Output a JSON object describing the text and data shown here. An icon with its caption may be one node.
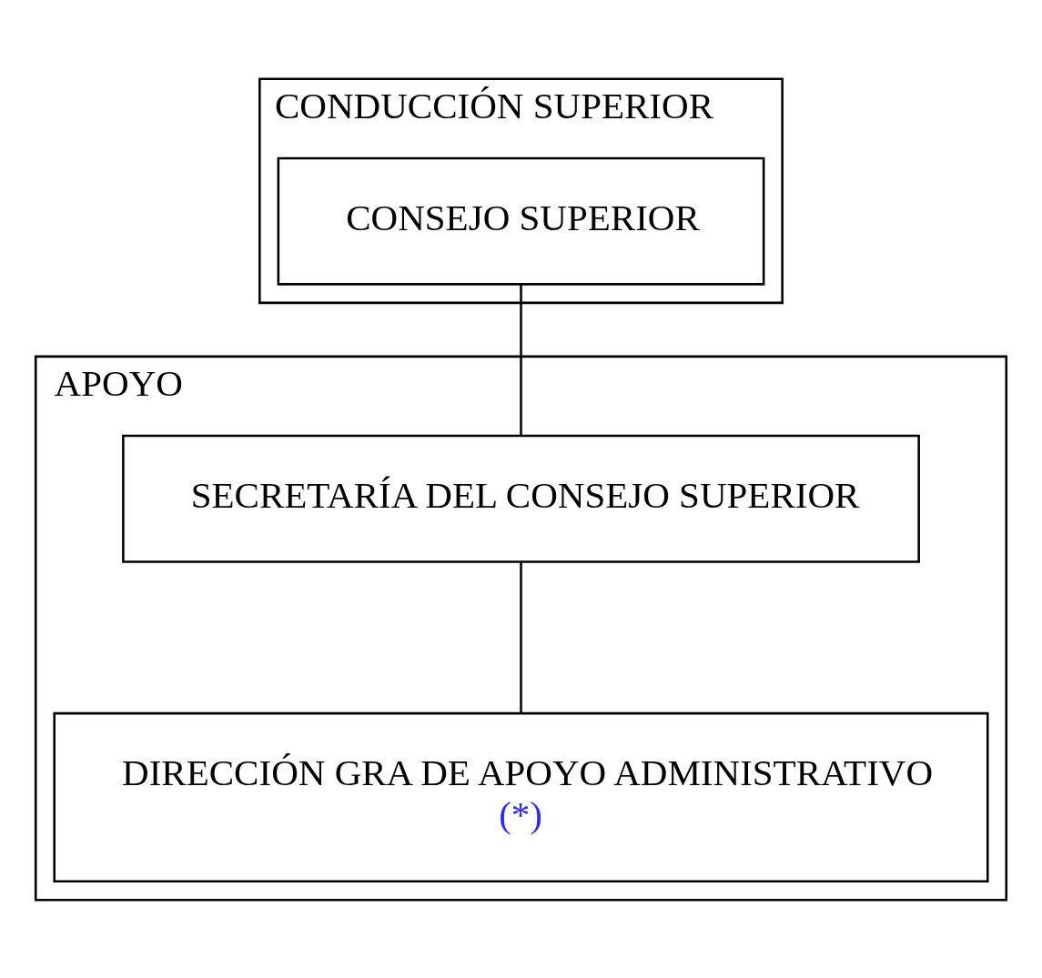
{
  "diagram": {
    "nodes": [
      {
        "text": [
          "CONDUCCIÓN SUPERIOR"
        ]
      },
      {
        "text": [
          "CONSEJO SUPERIOR"
        ],
        "in": 0
      },
      {
        "text": [
          "APOYO"
        ]
      },
      {
        "text": [
          "SECRETARÍA DEL CONSEJO SUPERIOR"
        ],
        "in": 2
      },
      {
        "text": [
          "DIRECCIÓN GRA DE APOYO ADMINISTRATIVO",
          "(*)"
        ],
        "in": 2
      }
    ],
    "edges": [
      {
        "from": 1,
        "to": 3,
        "arrow": "none"
      },
      {
        "from": 3,
        "to": 4,
        "arrow": "none"
      }
    ]
  }
}
